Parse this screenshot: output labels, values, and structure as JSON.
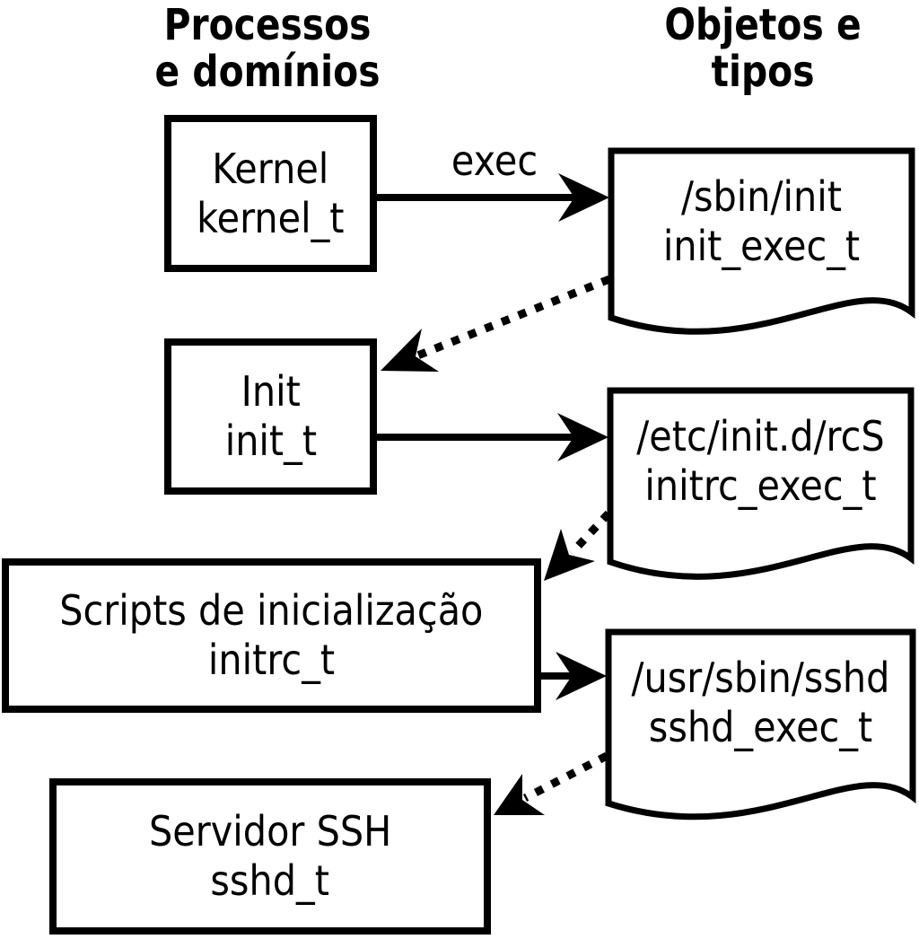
{
  "diagram": {
    "columns": [
      {
        "title_line1": "Processos",
        "title_line2": "e domínios"
      },
      {
        "title_line1": "Objetos e",
        "title_line2": "tipos"
      }
    ],
    "processes": [
      {
        "name": "Kernel",
        "type": "kernel_t"
      },
      {
        "name": "Init",
        "type": "init_t"
      },
      {
        "name": "Scripts de inicialização",
        "type": "initrc_t"
      },
      {
        "name": "Servidor SSH",
        "type": "sshd_t"
      }
    ],
    "objects": [
      {
        "path": "/sbin/init",
        "type": "init_exec_t"
      },
      {
        "path": "/etc/init.d/rcS",
        "type": "initrc_exec_t"
      },
      {
        "path": "/usr/sbin/sshd",
        "type": "sshd_exec_t"
      }
    ],
    "edges": {
      "exec_label": "exec"
    },
    "colors": {
      "ink": "#000000",
      "paper": "#ffffff"
    }
  }
}
